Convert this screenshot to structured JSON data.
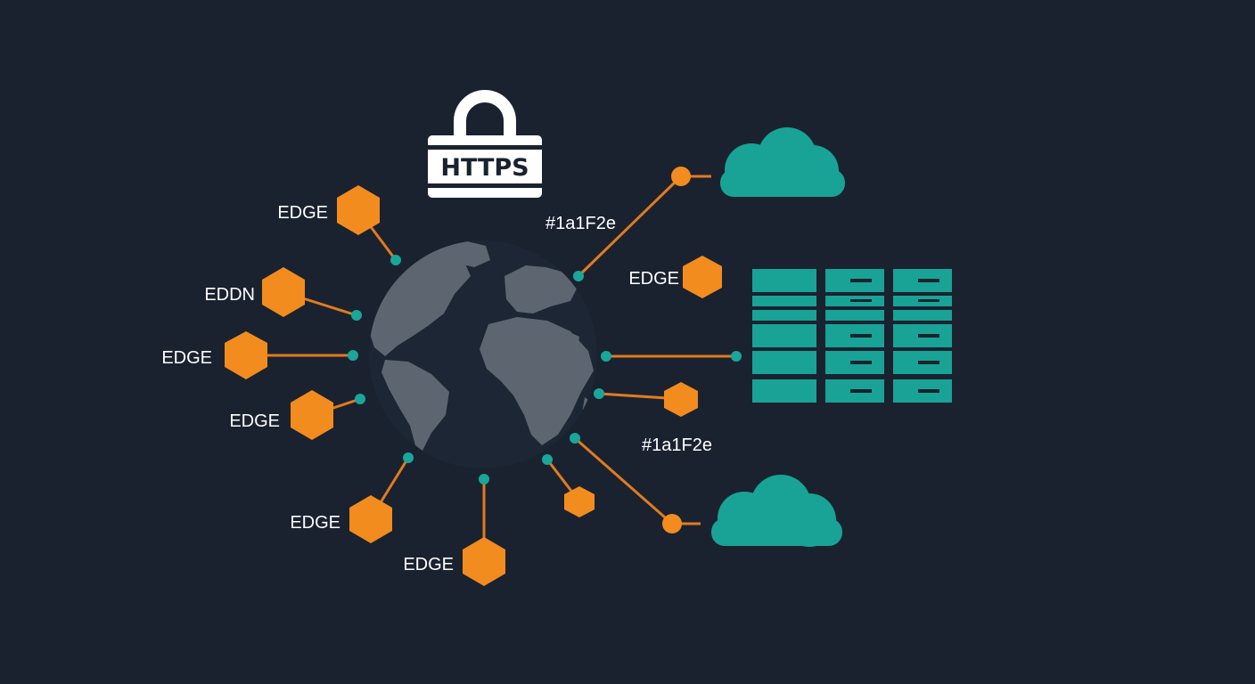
{
  "diagram": {
    "lock_label": "HTTPS",
    "edge_labels": [
      "EDGE",
      "EDDN",
      "EDGE",
      "EDGE",
      "EDGE",
      "EDGE",
      "EDGE"
    ],
    "color_labels": [
      "#1a1F2e",
      "#1a1F2e"
    ]
  },
  "colors": {
    "background": "#1a2230",
    "edge_node": "#f28c1e",
    "connector": "#e07b20",
    "endpoint": "#1aa69a",
    "cloud_server": "#18a396",
    "globe": "#5d6670",
    "lock": "#ffffff"
  },
  "icons": [
    "lock-icon",
    "globe-icon",
    "cloud-icon",
    "server-rack-icon",
    "hexagon-icon"
  ]
}
